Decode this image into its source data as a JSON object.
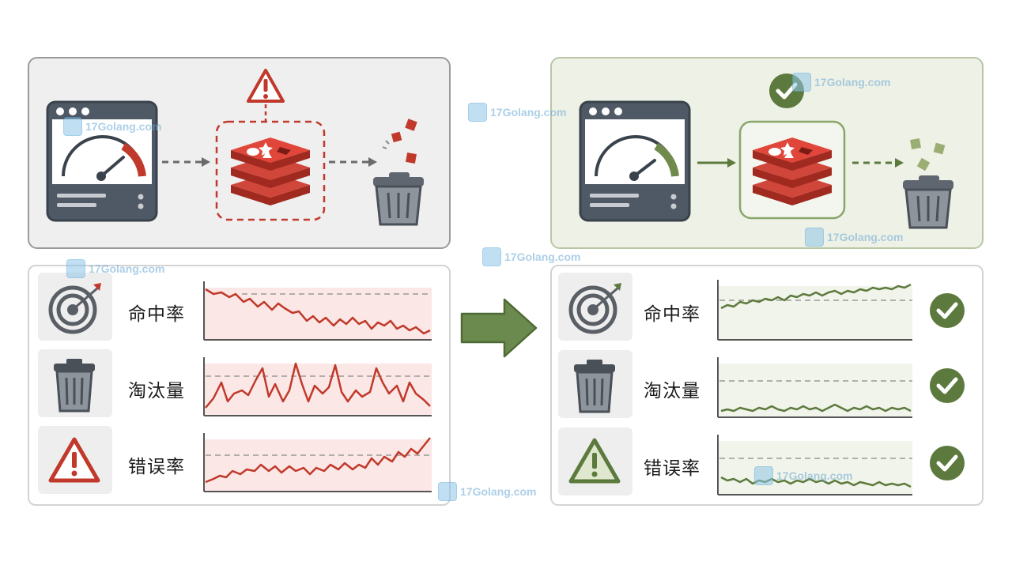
{
  "colors": {
    "red": "#c0392b",
    "green": "#5d7a3e",
    "gray": "#5a5f66"
  },
  "before": {
    "metrics": [
      {
        "label": "命中率",
        "icon": "target-icon"
      },
      {
        "label": "淘汰量",
        "icon": "trash-icon"
      },
      {
        "label": "错误率",
        "icon": "warning-icon"
      }
    ]
  },
  "after": {
    "metrics": [
      {
        "label": "命中率",
        "icon": "target-icon"
      },
      {
        "label": "淘汰量",
        "icon": "trash-icon"
      },
      {
        "label": "错误率",
        "icon": "warning-icon"
      }
    ]
  },
  "watermark": {
    "text": "17Golang.com"
  }
}
